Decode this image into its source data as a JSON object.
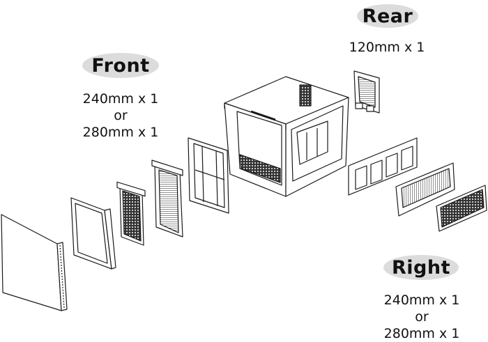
{
  "labels": {
    "rear": {
      "title": "Rear",
      "lines": [
        "120mm x 1"
      ]
    },
    "front": {
      "title": "Front",
      "lines": [
        "240mm x 1",
        "or",
        "280mm x 1"
      ]
    },
    "right": {
      "title": "Right",
      "lines": [
        "240mm x 1",
        "or",
        "280mm x 1"
      ]
    }
  },
  "colors": {
    "label_bg": "#dcdcdc",
    "line": "#1a1a1a",
    "fill": "#ffffff",
    "dark": "#2a2a2a"
  }
}
